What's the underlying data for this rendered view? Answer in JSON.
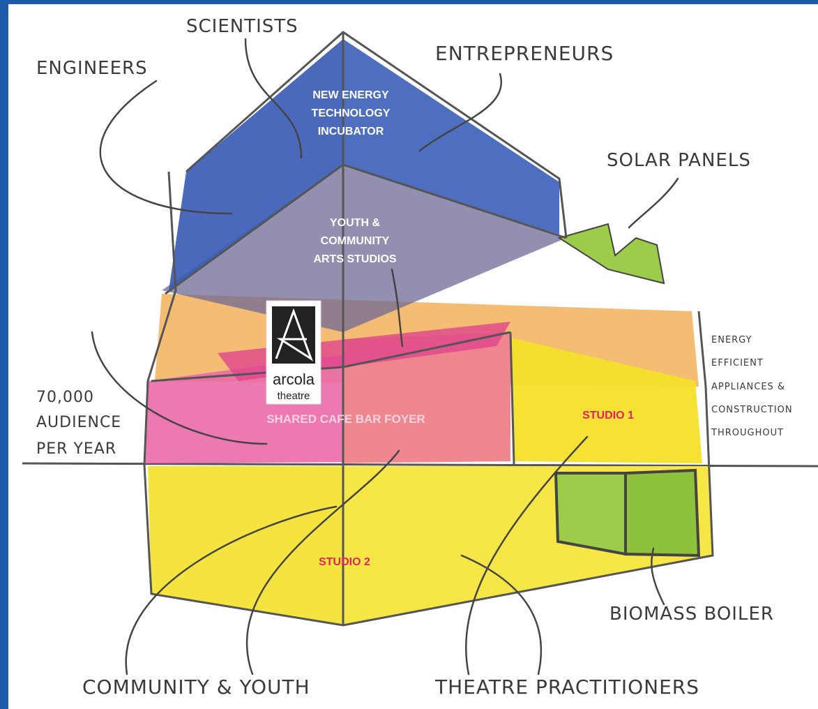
{
  "people_labels": {
    "scientists": "SCIENTISTS",
    "engineers": "ENGINEERS",
    "entrepreneurs": "ENTREPRENEURS",
    "audience_line1": "70,000",
    "audience_line2": "AUDIENCE",
    "audience_line3": "PER YEAR",
    "community": "COMMUNITY & YOUTH",
    "practitioners": "THEATRE PRACTITIONERS"
  },
  "feature_labels": {
    "solar": "SOLAR PANELS",
    "energy_line1": "ENERGY",
    "energy_line2": "EFFICIENT",
    "energy_line3": "APPLIANCES &",
    "energy_line4": "CONSTRUCTION",
    "energy_line5": "THROUGHOUT",
    "boiler": "BIOMASS BOILER"
  },
  "zones": {
    "incubator_line1": "NEW ENERGY",
    "incubator_line2": "TECHNOLOGY",
    "incubator_line3": "INCUBATOR",
    "youth_line1": "YOUTH &",
    "youth_line2": "COMMUNITY",
    "youth_line3": "ARTS STUDIOS",
    "foyer": "SHARED CAFE BAR FOYER",
    "studio1": "STUDIO 1",
    "studio2": "STUDIO 2"
  },
  "logo": {
    "line1": "arcola",
    "line2": "theatre"
  },
  "colors": {
    "frame": "#1f5aa8",
    "incubator": "#3b5cb4",
    "youth": "#5a5a8a",
    "foyer": "#e8559a",
    "studios": "#f4e02a",
    "orange": "#f3b25a",
    "solar": "#9ccc4a",
    "studio_label": "#e0245a"
  }
}
